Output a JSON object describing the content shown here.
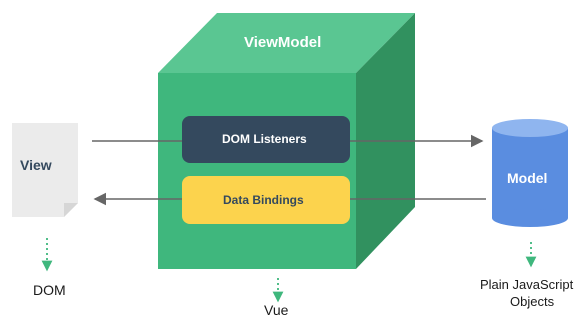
{
  "viewmodel": {
    "title": "ViewModel"
  },
  "view": {
    "label": "View"
  },
  "model": {
    "label": "Model"
  },
  "listeners": {
    "label": "DOM Listeners"
  },
  "bindings": {
    "label": "Data Bindings"
  },
  "captions": {
    "dom": "DOM",
    "vue": "Vue",
    "plain_line1": "Plain JavaScript",
    "plain_line2": "Objects"
  },
  "colors": {
    "cube_front": "#3fb77d",
    "cube_top": "#5ac692",
    "cube_side": "#31915f",
    "listeners_fill": "#34495e",
    "bindings_fill": "#fcd34d",
    "model_fill": "#5a8de0",
    "view_fill": "#ebebeb",
    "arrow": "#666666",
    "dotted": "#3fb77d"
  }
}
